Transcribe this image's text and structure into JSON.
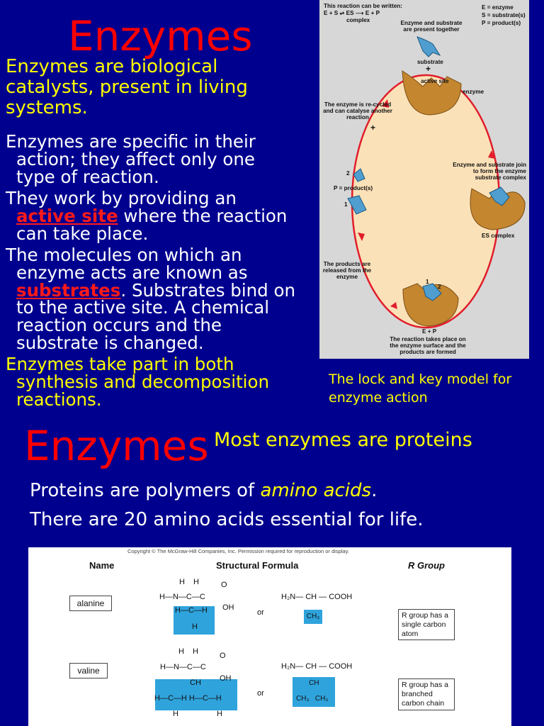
{
  "slide1": {
    "title": "Enzymes",
    "intro": "Enzymes are biological catalysts, present in living systems.",
    "p1": "Enzymes are specific in their action; they affect only one type of reaction.",
    "p2_before": "They work by providing an ",
    "p2_keyword": "active site",
    "p2_after": " where the reaction can take place.",
    "p3_before": "The molecules on which an enzyme acts are known as ",
    "p3_keyword": "substrates",
    "p3_after": ". Substrates bind on to the active site. A chemical reaction occurs and the substrate is changed.",
    "p4": "Enzymes take part in both synthesis and decomposition reactions.",
    "caption": "The lock and key model for enzyme action"
  },
  "diagram": {
    "reaction_header": "This reaction can be written:",
    "reaction_equation": "E + S ⇌ ES ⟶ E + P",
    "complex_label": "complex",
    "legend_e": "E = enzyme",
    "legend_s": "S = substrate(s)",
    "legend_p": "P = product(s)",
    "present_together": "Enzyme and substrate are present together",
    "substrate": "substrate",
    "plus": "+",
    "active_site": "active site",
    "enzyme": "enzyme",
    "recycled": "The enzyme is re-cycled and can catalyse another reaction",
    "join": "Enzyme and substrate join to form the enzyme substrate complex",
    "es_complex": "ES complex",
    "num1": "1",
    "num2": "2",
    "products": "P = product(s)",
    "released": "The products are released from the enzyme",
    "e_plus_p": "E + P",
    "takes_place": "The reaction takes place on the enzyme surface and the products are formed"
  },
  "slide2": {
    "title": "Enzymes",
    "subtitle": "Most enzymes are proteins",
    "line1_before": "Proteins are polymers of ",
    "line1_italic": "amino acids",
    "line1_after": ".",
    "line2": "There are 20 amino acids essential for life."
  },
  "table": {
    "copyright": "Copyright © The McGraw-Hill Companies, Inc. Permission required for reproduction or display.",
    "col_name": "Name",
    "col_formula": "Structural Formula",
    "col_rgroup": "R Group",
    "or": "or",
    "rows": [
      {
        "name": "alanine",
        "condensed_main": "H₂N— CH — COOH",
        "condensed_r": "CH₃",
        "note": "R group has a single carbon atom"
      },
      {
        "name": "valine",
        "condensed_main": "H₂N— CH — COOH",
        "condensed_r": "CH",
        "condensed_r2": "CH₃   CH₃",
        "note": "R group has a branched carbon chain"
      }
    ]
  }
}
